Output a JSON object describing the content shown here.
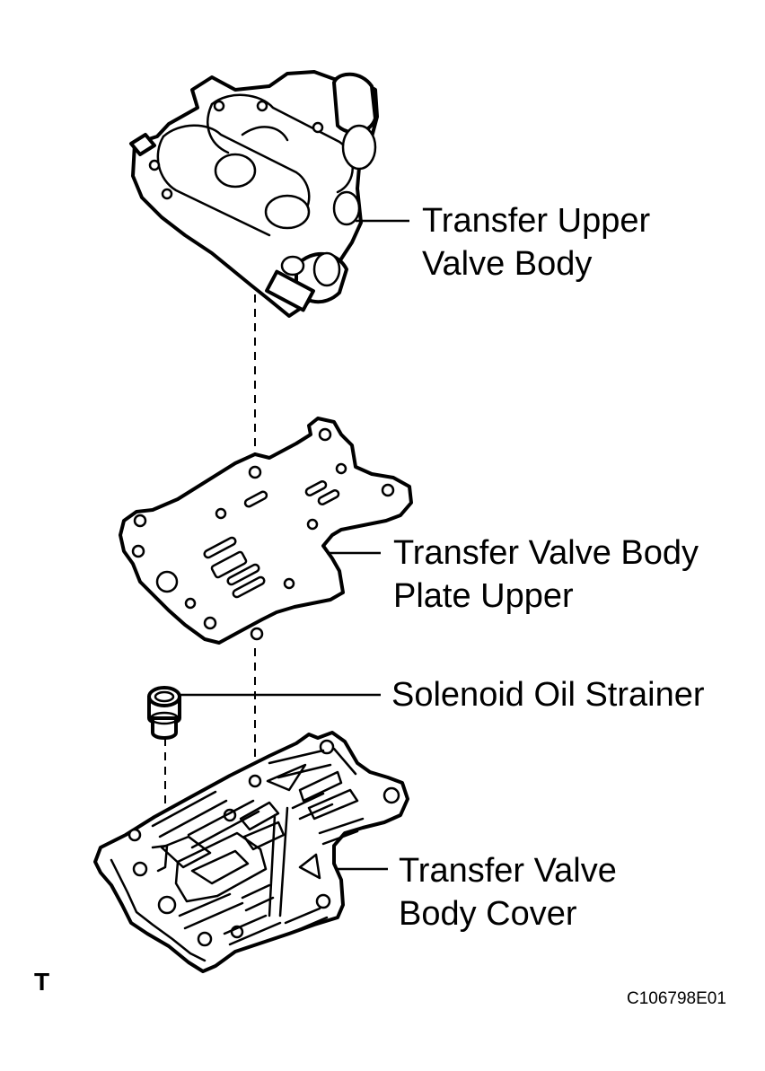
{
  "labels": {
    "upper_valve_body": [
      "Transfer Upper",
      "Valve Body"
    ],
    "plate_upper": [
      "Transfer Valve Body",
      "Plate Upper"
    ],
    "oil_strainer": [
      "Solenoid Oil Strainer"
    ],
    "body_cover": [
      "Transfer Valve",
      "Body Cover"
    ]
  },
  "corner_mark": "T",
  "figure_code": "C106798E01"
}
